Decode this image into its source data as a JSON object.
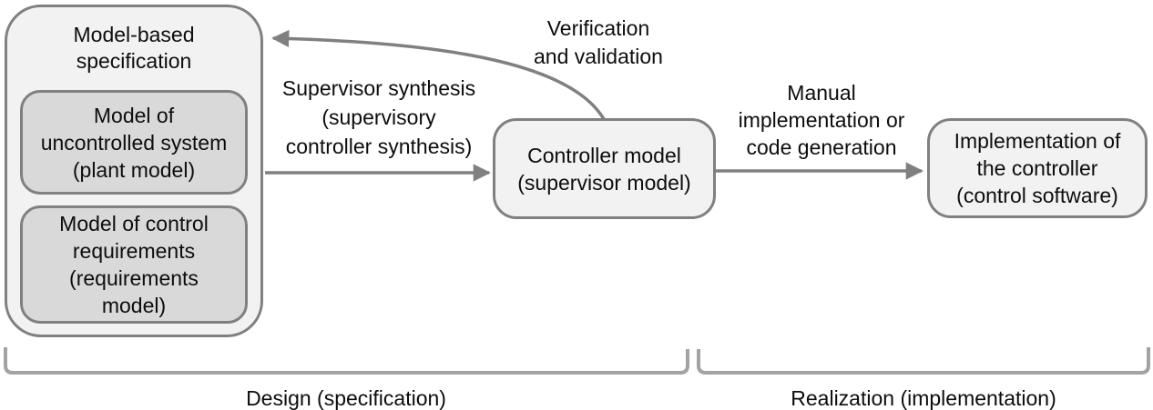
{
  "diagram": {
    "background_color": "#ffffff",
    "colors": {
      "box_fill_light": "#f2f2f2",
      "box_fill_dark": "#d9d9d9",
      "box_border": "#808080",
      "arrow": "#808080",
      "bracket": "#a3a3a3",
      "text": "#0d0d0d"
    },
    "boxes": {
      "model_based_specification": {
        "title": "Model-based\nspecification"
      },
      "uncontrolled_system": {
        "label": "Model of\nuncontrolled system\n(plant model)"
      },
      "control_requirements": {
        "label": "Model of control\nrequirements\n(requirements\nmodel)"
      },
      "controller_model": {
        "label": "Controller model\n(supervisor model)"
      },
      "implementation": {
        "label": "Implementation of\nthe controller\n(control software)"
      }
    },
    "arrows": {
      "synthesis": {
        "label": "Supervisor synthesis\n(supervisory\ncontroller synthesis)"
      },
      "verification": {
        "label": "Verification\nand validation"
      },
      "manual_implementation": {
        "label": "Manual\nimplementation or\ncode generation"
      }
    },
    "brackets": {
      "design": {
        "label": "Design (specification)"
      },
      "realization": {
        "label": "Realization (implementation)"
      }
    }
  }
}
